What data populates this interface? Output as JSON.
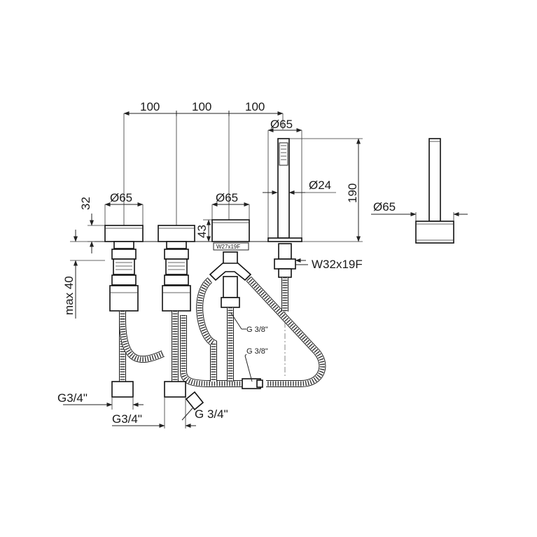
{
  "dimensions": {
    "spacing_1": "100",
    "spacing_2": "100",
    "spacing_3": "100",
    "diameter_handshower_top": "Ø65",
    "diameter_handle_left": "Ø65",
    "diameter_handle_right": "Ø65",
    "diameter_handshower": "Ø24",
    "diameter_side_view": "Ø65",
    "height_handle": "32",
    "height_diverter": "43",
    "height_total": "190",
    "max_deck": "max 40",
    "thread_diverter": "W27x19F",
    "thread_handshower": "W32x19F",
    "thread_g38_a": "G 3/8\"",
    "thread_g38_b": "G 3/8\"",
    "thread_g34_left": "G3/4\"",
    "thread_g34_mid": "G3/4\"",
    "thread_g34_right": "G 3/4\""
  }
}
